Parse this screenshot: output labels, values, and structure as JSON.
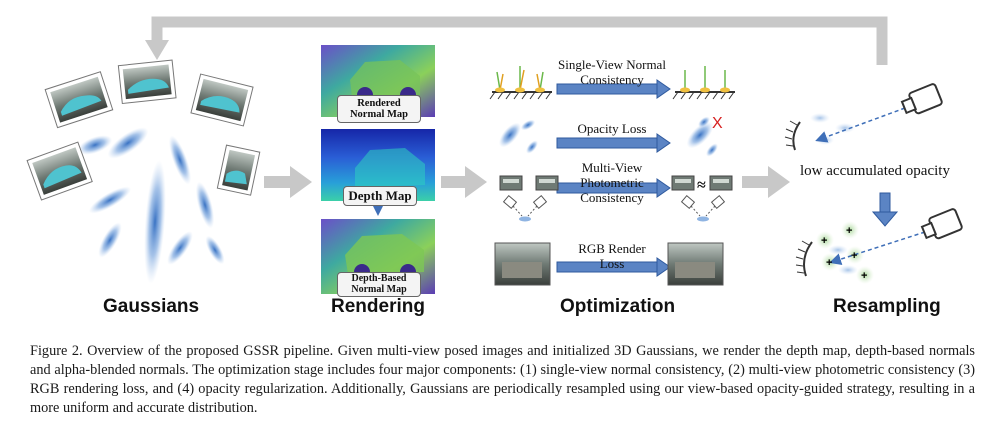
{
  "stages": {
    "gaussians": "Gaussians",
    "rendering": "Rendering",
    "optimization": "Optimization",
    "resampling": "Resampling"
  },
  "rendering": {
    "normal_map": "Rendered Normal Map",
    "depth_map": "Depth Map",
    "depth_normal_map": "Depth-Based Normal Map"
  },
  "optimization": {
    "single_view": "Single-View Normal Consistency",
    "opacity_loss": "Opacity Loss",
    "multi_view": "Multi-View Photometric Consistency",
    "approx_symbol": "≈",
    "rgb_loss": "RGB Render Loss",
    "cross_mark": "X"
  },
  "resampling": {
    "low_opacity": "low accumulated opacity",
    "plus_symbol": "+"
  },
  "caption": "Figure 2. Overview of the proposed GSSR pipeline. Given multi-view posed images and initialized 3D Gaussians, we render the depth map, depth-based normals and alpha-blended normals. The optimization stage includes four major components: (1) single-view normal consistency, (2) multi-view photometric consistency (3) RGB rendering loss, and (4) opacity regularization. Additionally, Gaussians are periodically resampled using our view-based opacity-guided strategy, resulting in a more uniform and accurate distribution.",
  "colors": {
    "gray_arrow": "#c8c8c8",
    "blue_arrow": "#5b84c4",
    "gaussian_blue": "#3f78c6",
    "plus_green": "#a6d49a",
    "cross_red": "#d62020",
    "depth_map": "#2b3fbf"
  },
  "icons": [
    "camera-icon",
    "photo-thumbnail-icon",
    "surface-normal-icon"
  ]
}
